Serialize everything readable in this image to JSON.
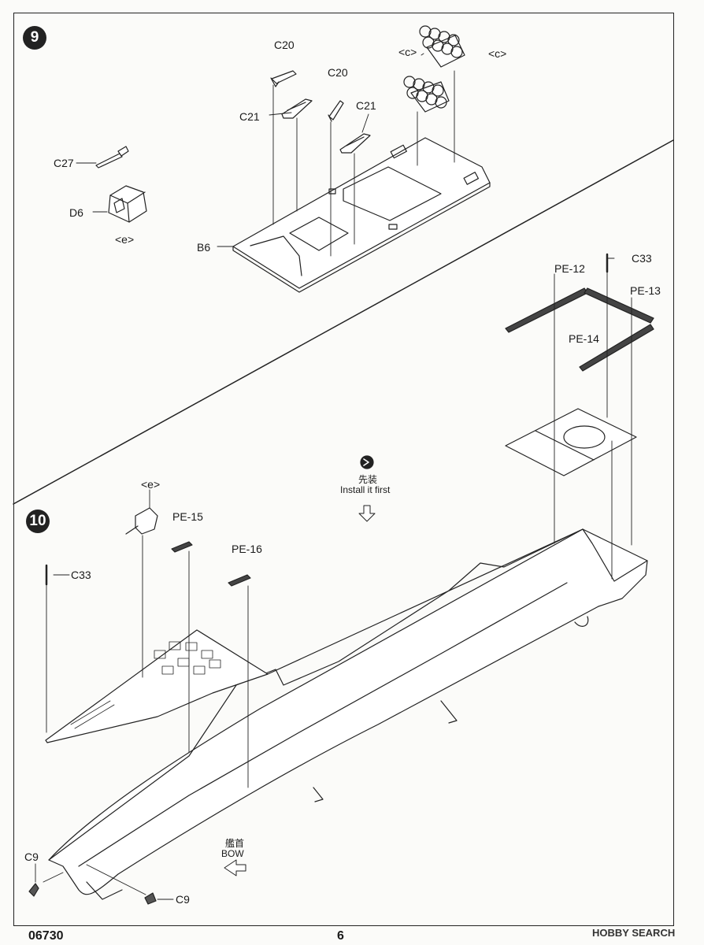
{
  "step9": {
    "number": "9",
    "labels": {
      "c20_a": "C20",
      "c20_b": "C20",
      "c21_a": "C21",
      "c21_b": "C21",
      "c_left": "<c>",
      "c_right": "<c>",
      "c27": "C27",
      "d6": "D6",
      "e": "<e>",
      "b6": "B6"
    }
  },
  "step10": {
    "number": "10",
    "labels": {
      "c33_top": "C33",
      "pe12": "PE-12",
      "pe13": "PE-13",
      "pe14": "PE-14",
      "install_first_cn": "先装",
      "install_first_en": "Install it first",
      "e": "<e>",
      "pe15": "PE-15",
      "pe16": "PE-16",
      "c33_left": "C33",
      "c9_left": "C9",
      "c9_right": "C9",
      "bow_cn": "艦首",
      "bow_en": "BOW"
    }
  },
  "footer": {
    "code": "06730",
    "page": "6",
    "brand": "HOBBY SEARCH"
  },
  "colors": {
    "line": "#222222",
    "paper": "#fbfbf9"
  }
}
